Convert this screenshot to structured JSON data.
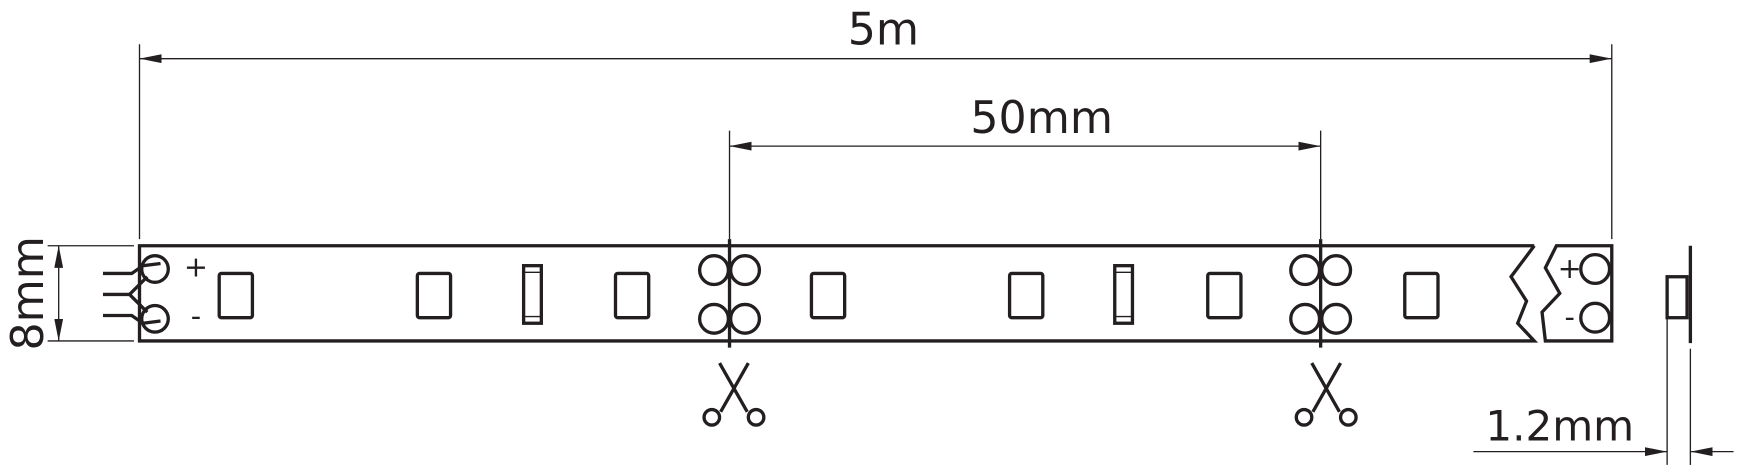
{
  "dimensions": {
    "total_length": "5m",
    "cut_interval": "50mm",
    "width": "8mm",
    "thickness": "1.2mm"
  },
  "polarity": {
    "plus": "+",
    "minus": "-"
  },
  "colors": {
    "line": "#231f20",
    "background": "#ffffff"
  },
  "icons": [
    "scissors-icon",
    "scissors-icon"
  ]
}
